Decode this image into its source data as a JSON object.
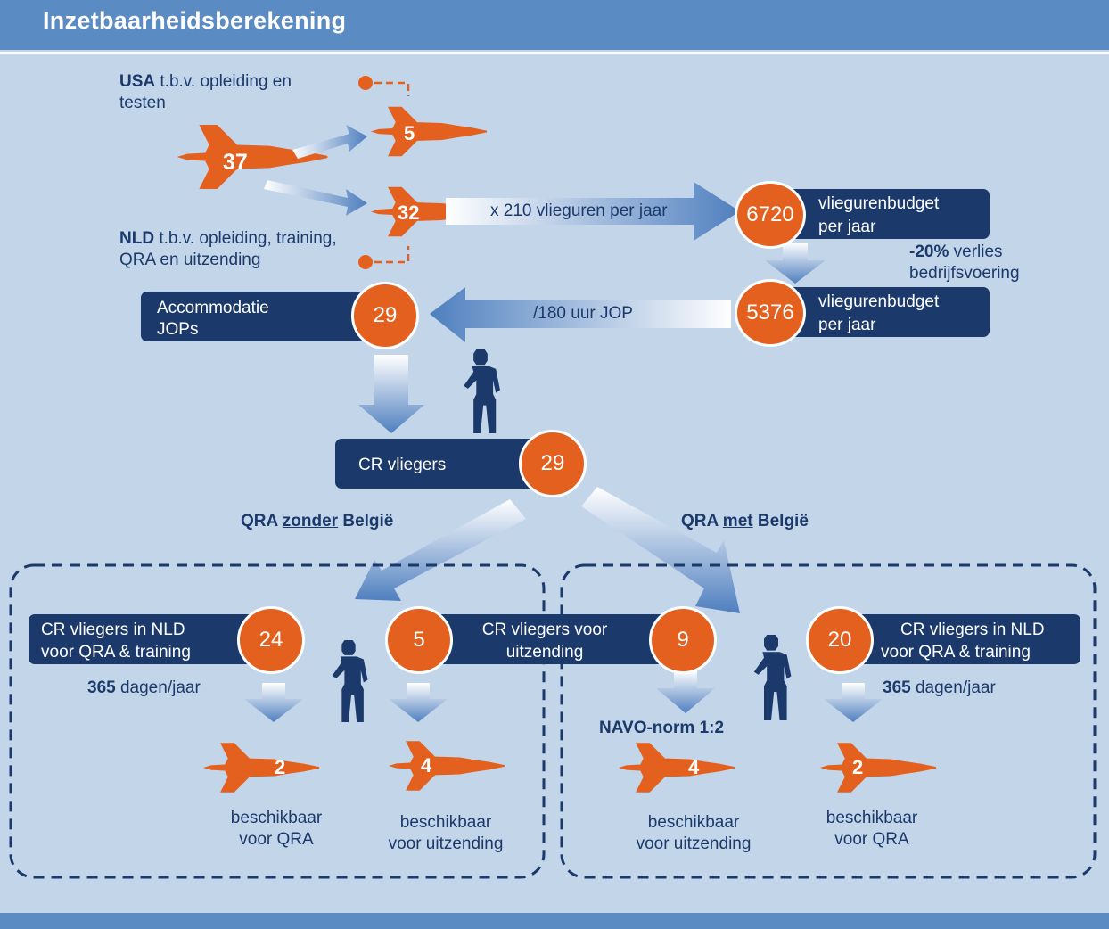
{
  "title": "Inzetbaarheidsberekening",
  "fleet": {
    "total": "37",
    "usa": "5",
    "nld": "32",
    "usa_label_bold": "USA",
    "usa_label_rest": " t.b.v. opleiding en",
    "usa_label_line2": "testen",
    "nld_label_bold": "NLD",
    "nld_label_rest": " t.b.v. opleiding, training,",
    "nld_label_line2": "QRA en uitzending"
  },
  "flight_hours": {
    "multiplier_label": "x 210 vlieguren per jaar",
    "budget_value": "6720",
    "budget_label_1": "vliegurenbudget",
    "budget_label_2": "per jaar",
    "loss_bold": "-20%",
    "loss_rest": " verlies",
    "loss_line2": "bedrijfsvoering",
    "net_value": "5376",
    "net_label_1": "vliegurenbudget",
    "net_label_2": "per jaar",
    "divider_label": "/180 uur JOP"
  },
  "jops": {
    "label_1": "Accommodatie",
    "label_2": "JOPs",
    "value": "29"
  },
  "cr": {
    "label": "CR vliegers",
    "value": "29"
  },
  "scenario_left": {
    "title_pre": "QRA ",
    "title_u": "zonder",
    "title_post": " België",
    "nld_label_1": "CR vliegers in NLD",
    "nld_label_2": "voor QRA & training",
    "nld_value": "24",
    "deploy_value": "5",
    "days_bold": "365",
    "days_rest": " dagen/jaar",
    "qra_jets": "2",
    "qra_caption_1": "beschikbaar",
    "qra_caption_2": "voor QRA",
    "deploy_jets": "4",
    "deploy_caption_1": "beschikbaar",
    "deploy_caption_2": "voor uitzending"
  },
  "middle": {
    "deploy_label_1": "CR vliegers voor",
    "deploy_label_2": "uitzending"
  },
  "scenario_right": {
    "title_pre": "QRA ",
    "title_u": "met",
    "title_post": " België",
    "deploy_value": "9",
    "nld_value": "20",
    "nld_label_1": "CR vliegers in NLD",
    "nld_label_2": "voor QRA & training",
    "days_bold": "365",
    "days_rest": " dagen/jaar",
    "norm_label": "NAVO-norm 1:2",
    "deploy_jets": "4",
    "deploy_caption_1": "beschikbaar",
    "deploy_caption_2": "voor uitzending",
    "qra_jets": "2",
    "qra_caption_1": "beschikbaar",
    "qra_caption_2": "voor QRA"
  },
  "colors": {
    "orange": "#e4601e",
    "navy": "#1b3a6b",
    "background": "#c3d5e9",
    "header": "#5b8bc3"
  },
  "icons": [
    "fighter-jet-icon",
    "pilot-icon",
    "arrow-icon"
  ]
}
